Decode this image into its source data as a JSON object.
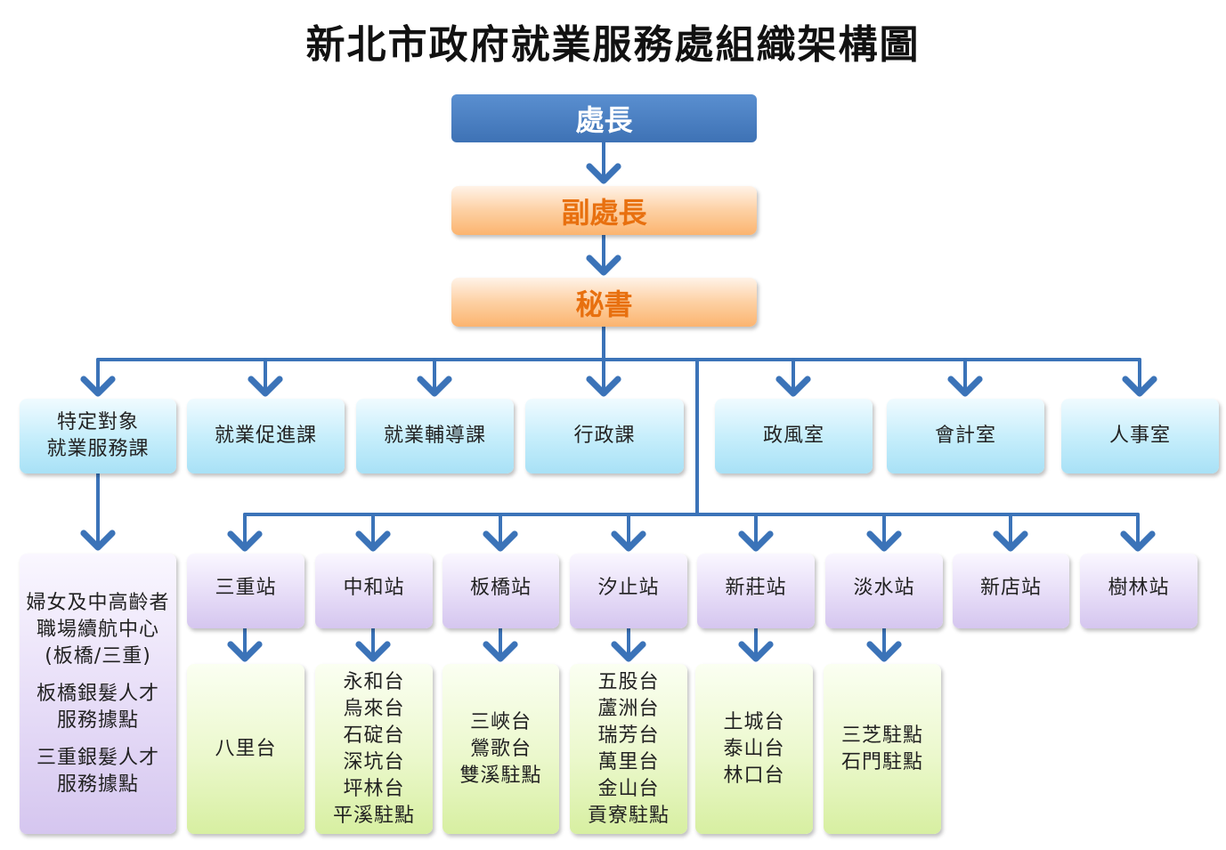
{
  "title": "新北市政府就業服務處組織架構圖",
  "leadership": {
    "director": "處長",
    "deputy": "副處長",
    "secretary": "秘書"
  },
  "sections": [
    {
      "line1": "特定對象",
      "line2": "就業服務課"
    },
    {
      "line1": "就業促進課"
    },
    {
      "line1": "就業輔導課"
    },
    {
      "line1": "行政課"
    },
    {
      "line1": "政風室"
    },
    {
      "line1": "會計室"
    },
    {
      "line1": "人事室"
    }
  ],
  "special_center": {
    "lines": [
      "婦女及中高齡者",
      "職場續航中心",
      "(板橋/三重)"
    ],
    "point1": [
      "板橋銀髮人才",
      "服務據點"
    ],
    "point2": [
      "三重銀髮人才",
      "服務據點"
    ]
  },
  "stations": [
    "三重站",
    "中和站",
    "板橋站",
    "汐止站",
    "新莊站",
    "淡水站",
    "新店站",
    "樹林站"
  ],
  "sub_units": [
    [
      "八里台"
    ],
    [
      "永和台",
      "烏來台",
      "石碇台",
      "深坑台",
      "坪林台",
      "平溪駐點"
    ],
    [
      "三峽台",
      "鶯歌台",
      "雙溪駐點"
    ],
    [
      "五股台",
      "蘆洲台",
      "瑞芳台",
      "萬里台",
      "金山台",
      "貢寮駐點"
    ],
    [
      "土城台",
      "泰山台",
      "林口台"
    ],
    [
      "三芝駐點",
      "石門駐點"
    ]
  ],
  "colors": {
    "connector": "#3b73b8",
    "director_fill": "#4a80c4",
    "orange_text": "#e8700f",
    "section_fill": "#c4edfb",
    "station_fill": "#e6dcf7",
    "subunit_fill": "#ebf8cc"
  }
}
